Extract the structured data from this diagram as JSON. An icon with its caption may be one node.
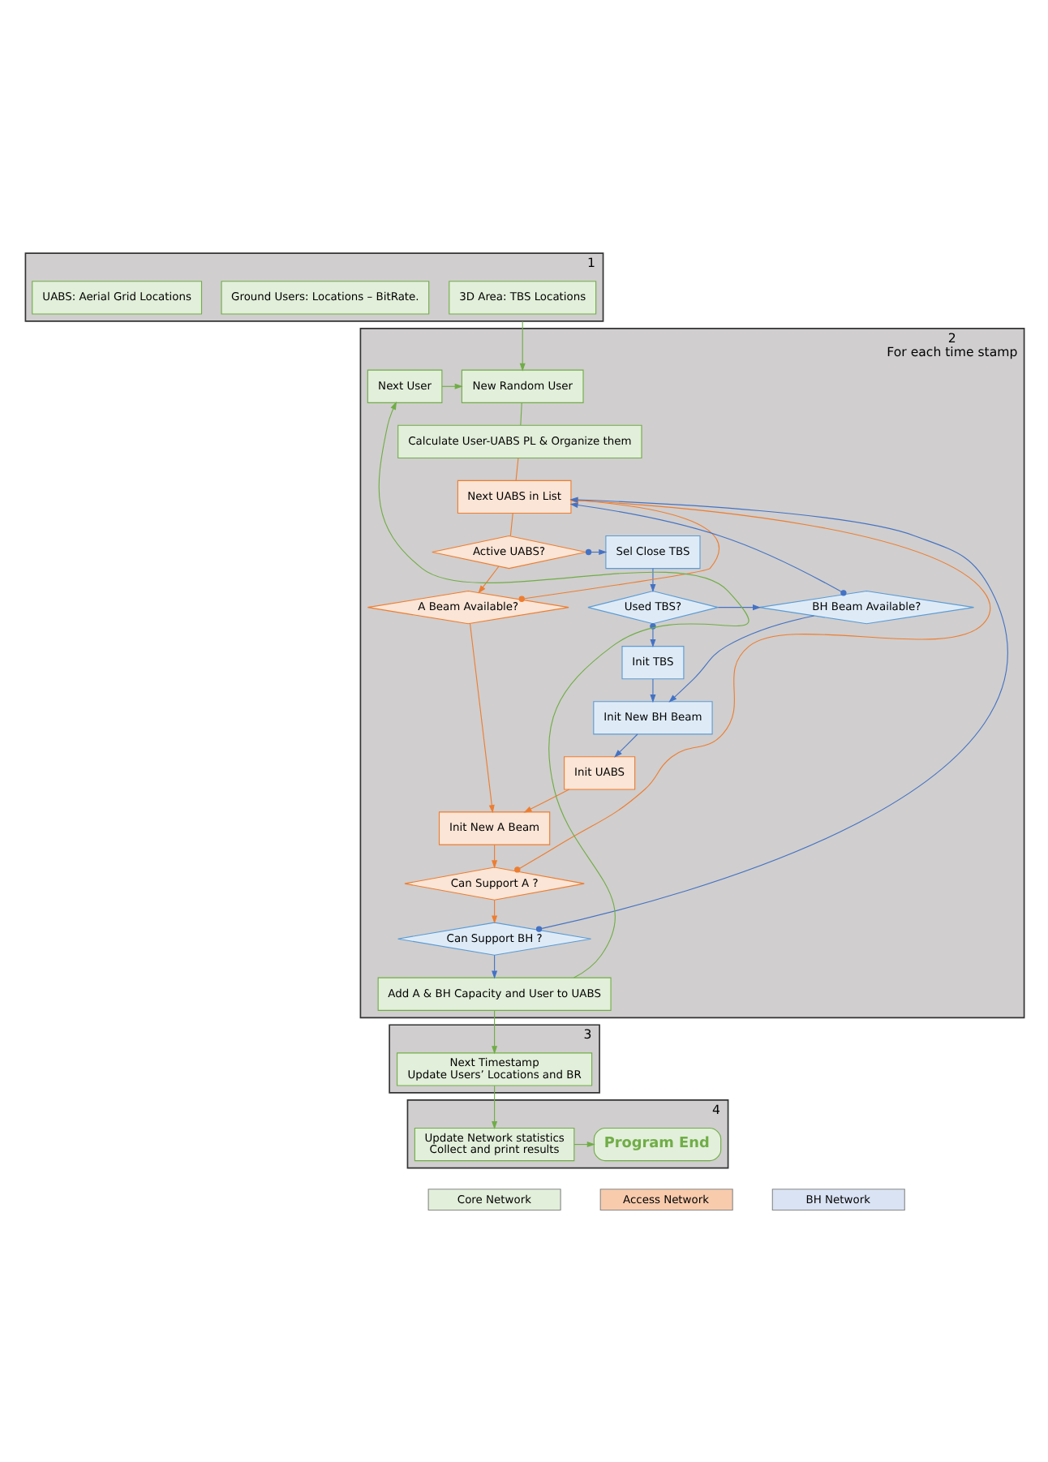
{
  "diagram": {
    "nodes": [
      {
        "text": [
          "1"
        ]
      },
      {
        "text": [
          "3D Area: TBS Locations"
        ],
        "in": 0
      },
      {
        "text": [
          "Ground Users: Locations – BitRate."
        ],
        "in": 0
      },
      {
        "text": [
          "UABS: Aerial Grid Locations"
        ],
        "in": 0
      },
      {
        "text": [
          "2",
          "For each time stamp"
        ]
      },
      {
        "text": [
          "New Random User"
        ],
        "in": 4
      },
      {
        "text": [
          "Next User"
        ],
        "in": 4
      },
      {
        "text": [
          "Calculate User-UABS PL & Organize them"
        ],
        "in": 4
      },
      {
        "text": [
          "Next UABS in List"
        ],
        "in": 4
      },
      {
        "text": [
          "Active UABS?"
        ],
        "in": 4
      },
      {
        "text": [
          "Sel Close TBS"
        ],
        "in": 4
      },
      {
        "text": [
          "A Beam Available?"
        ],
        "in": 4
      },
      {
        "text": [
          "Used TBS?"
        ],
        "in": 4
      },
      {
        "text": [
          "BH Beam Available?"
        ],
        "in": 4
      },
      {
        "text": [
          "Init TBS"
        ],
        "in": 4
      },
      {
        "text": [
          "Init New BH Beam"
        ],
        "in": 4
      },
      {
        "text": [
          "Init UABS"
        ],
        "in": 4
      },
      {
        "text": [
          "Init New A Beam"
        ],
        "in": 4
      },
      {
        "text": [
          "Can Support A ?"
        ],
        "in": 4
      },
      {
        "text": [
          "Can Support BH ?"
        ],
        "in": 4
      },
      {
        "text": [
          "Add A & BH Capacity and User to UABS"
        ],
        "in": 4
      },
      {
        "text": [
          "3"
        ]
      },
      {
        "text": [
          "Next Timestamp",
          "Update Users’ Locations and BR"
        ],
        "in": 21
      },
      {
        "text": [
          "4"
        ]
      },
      {
        "text": [
          "Program End"
        ],
        "in": 23
      },
      {
        "text": [
          "Update Network statistics",
          "Collect and print results"
        ],
        "in": 23
      }
    ],
    "edges": [
      {
        "from": 0,
        "to": 5,
        "arrow": "to",
        "color": "#70ad47"
      },
      {
        "from": 6,
        "to": 5,
        "arrow": "to",
        "color": "#70ad47"
      },
      {
        "from": 5,
        "to": 7,
        "arrow": "none",
        "color": "#70ad47"
      },
      {
        "from": 7,
        "to": 8,
        "arrow": "none",
        "color": "#ed7d31"
      },
      {
        "from": 8,
        "to": 9,
        "arrow": "none",
        "color": "#ed7d31"
      },
      {
        "from": 9,
        "to": 10,
        "arrow": "to",
        "color": "#4472c4"
      },
      {
        "from": 9,
        "to": 11,
        "arrow": "to",
        "color": "#ed7d31"
      },
      {
        "from": 10,
        "to": 12,
        "arrow": "to",
        "color": "#4472c4"
      },
      {
        "from": 12,
        "to": 13,
        "arrow": "to",
        "color": "#4472c4"
      },
      {
        "from": 12,
        "to": 14,
        "arrow": "to",
        "color": "#4472c4"
      },
      {
        "from": 13,
        "to": 15,
        "arrow": "to",
        "color": "#4472c4"
      },
      {
        "from": 13,
        "to": 8,
        "arrow": "to",
        "color": "#4472c4"
      },
      {
        "from": 14,
        "to": 15,
        "arrow": "to",
        "color": "#4472c4"
      },
      {
        "from": 15,
        "to": 16,
        "arrow": "to",
        "color": "#4472c4"
      },
      {
        "from": 11,
        "to": 17,
        "arrow": "to",
        "color": "#ed7d31"
      },
      {
        "from": 11,
        "to": 8,
        "arrow": "to",
        "color": "#ed7d31"
      },
      {
        "from": 16,
        "to": 17,
        "arrow": "to",
        "color": "#ed7d31"
      },
      {
        "from": 17,
        "to": 18,
        "arrow": "to",
        "color": "#ed7d31"
      },
      {
        "from": 18,
        "to": 8,
        "arrow": "to",
        "color": "#ed7d31"
      },
      {
        "from": 18,
        "to": 19,
        "arrow": "to",
        "color": "#ed7d31"
      },
      {
        "from": 19,
        "to": 8,
        "arrow": "to",
        "color": "#4472c4"
      },
      {
        "from": 19,
        "to": 20,
        "arrow": "to",
        "color": "#4472c4"
      },
      {
        "from": 20,
        "to": 6,
        "arrow": "to",
        "color": "#70ad47"
      },
      {
        "from": 20,
        "to": 22,
        "arrow": "to",
        "color": "#70ad47"
      },
      {
        "from": 22,
        "to": 25,
        "arrow": "to",
        "color": "#70ad47"
      },
      {
        "from": 25,
        "to": 24,
        "arrow": "to",
        "color": "#70ad47"
      }
    ],
    "legend": [
      {
        "text": "Core Network",
        "color": "#e2efda"
      },
      {
        "text": "Access Network",
        "color": "#f8cbad"
      },
      {
        "text": "BH Network",
        "color": "#dae3f3"
      }
    ]
  }
}
